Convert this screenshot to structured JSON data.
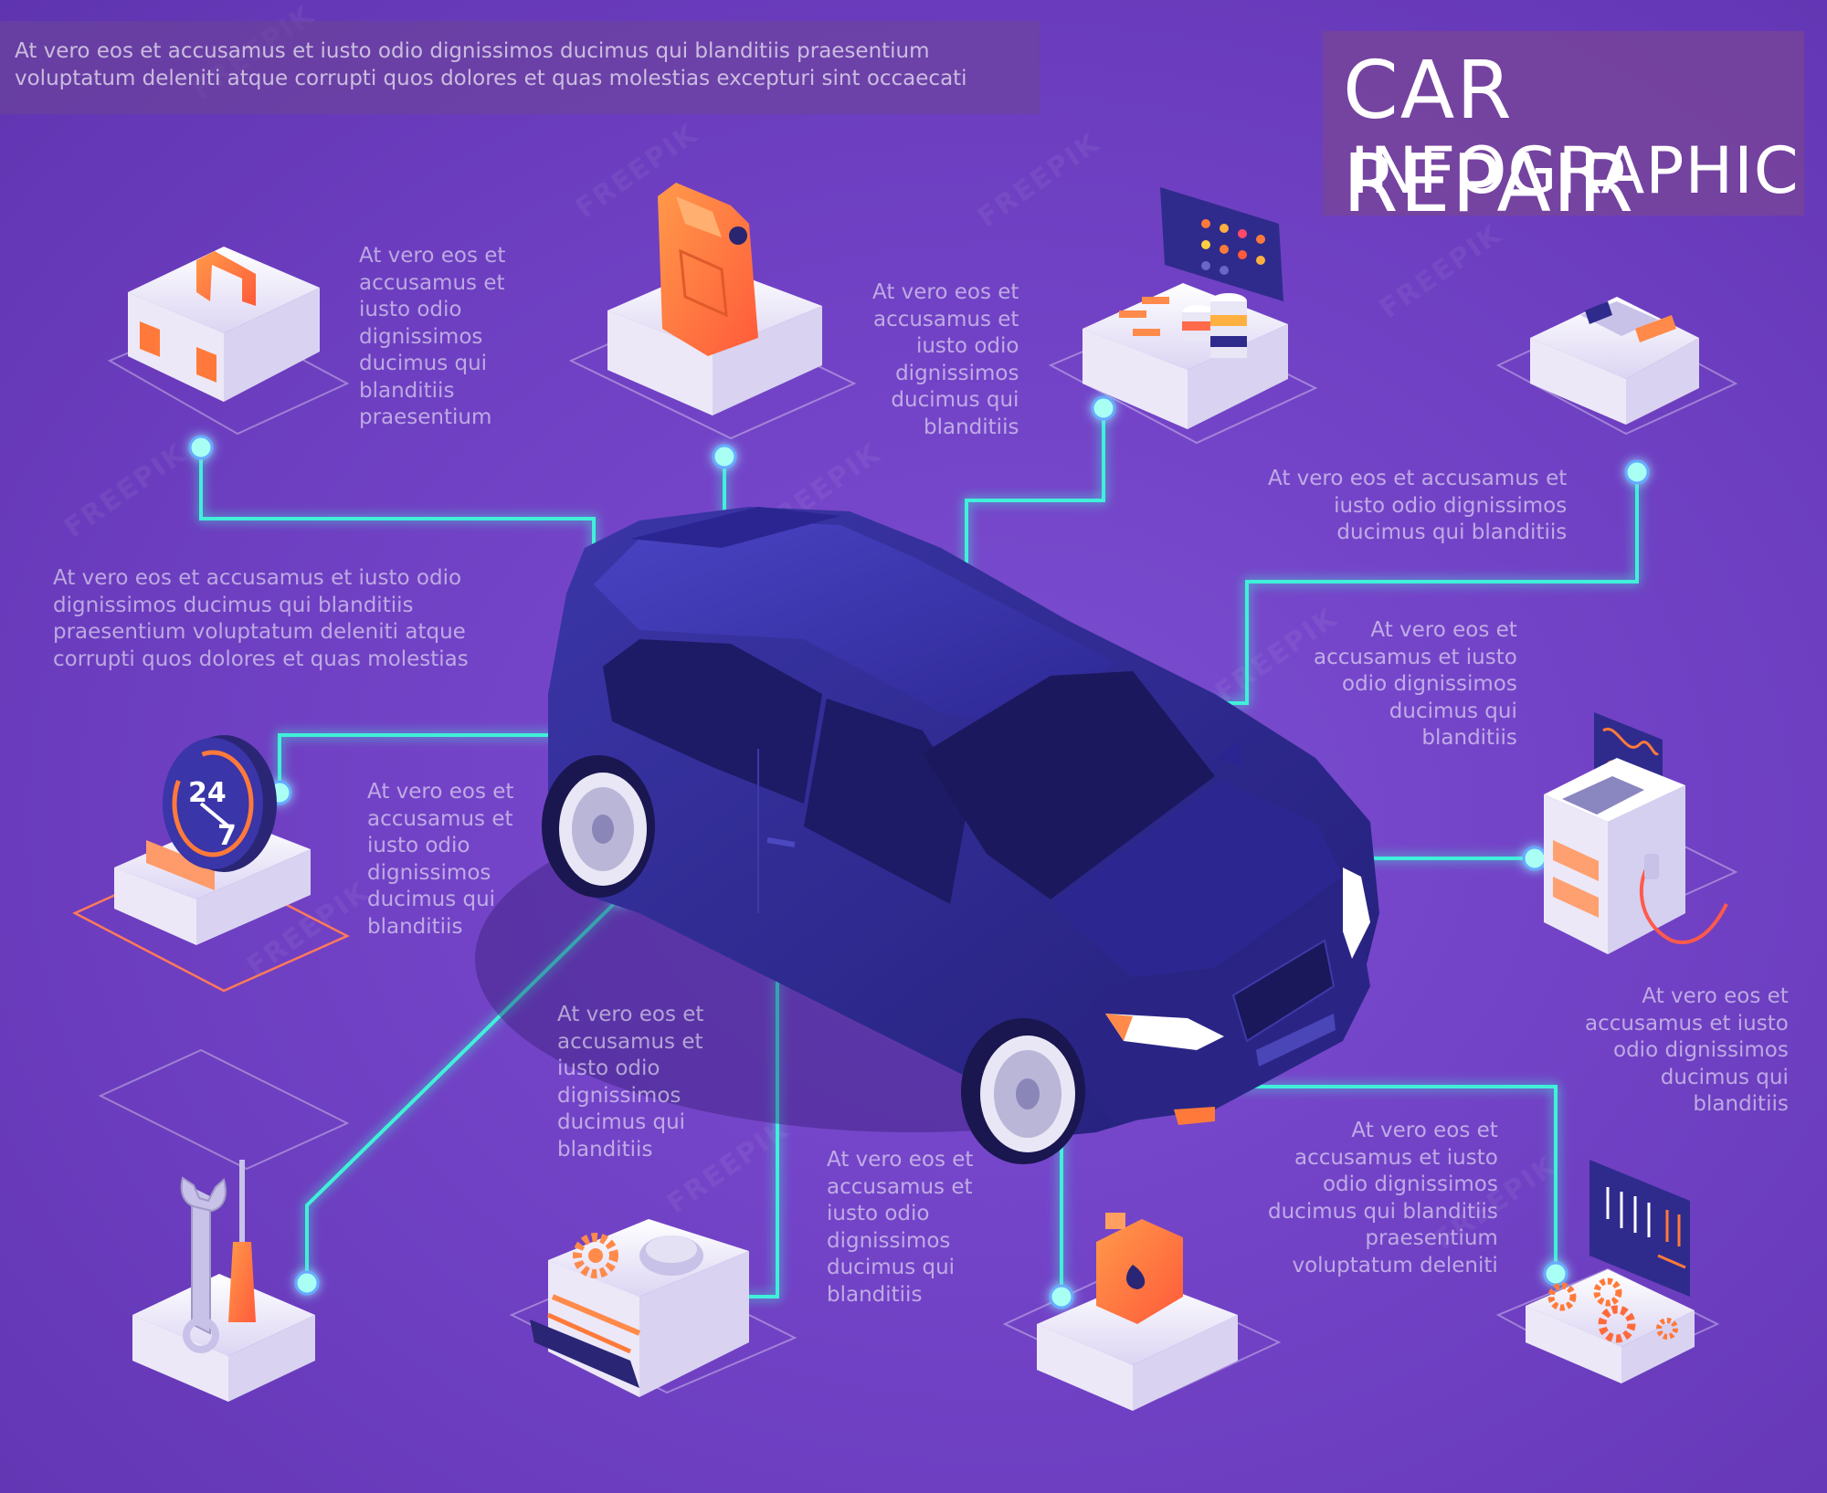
{
  "header": {
    "intro_text": "At vero eos et accusamus et iusto odio dignissimos ducimus qui blanditiis praesentium\nvoluptatum deleniti atque corrupti quos dolores et quas molestias excepturi sint occaecati",
    "title_line1": "CAR REPAIR",
    "title_line2": "INFOGRAPHIC"
  },
  "badge": {
    "line1": "24",
    "line2": "7"
  },
  "watermark": "FREEPIK",
  "descriptions": {
    "toolbox": "At vero eos et\naccusamus et\niusto odio\ndignissimos\nducimus qui\nblanditiis\npraesentium",
    "fuel": "At vero eos et\naccusamus et\niusto odio\ndignissimos\nducimus qui\nblanditiis",
    "paint": "At vero eos et accusamus et\niusto odio dignissimos\nducimus qui blanditiis",
    "left_long": "At vero eos et accusamus et iusto odio\ndignissimos ducimus qui blanditiis\npraesentium voluptatum deleniti atque\ncorrupti quos dolores et quas molestias",
    "right_mid": "At vero eos et\naccusamus et iusto\nodio dignissimos\nducimus qui\nblanditiis",
    "service247": "At vero eos et\naccusamus et\niusto odio\ndignissimos\nducimus qui\nblanditiis",
    "diagnostic": "At vero eos et\naccusamus et iusto\nodio dignissimos\nducimus qui\nblanditiis",
    "tools": "At vero eos et\naccusamus et\niusto odio\ndignissimos\nducimus qui\nblanditiis",
    "engine": "At vero eos et\naccusamus et\niusto odio\ndignissimos\nducimus qui\nblanditiis",
    "gears": "At vero eos et\naccusamus et iusto\nodio dignissimos\nducimus qui blanditiis\npraesentium\nvoluptatum deleniti"
  },
  "colors": {
    "connector": "#3ff0d8",
    "car_body": "#2e2a8c",
    "accent_orange": "#ff7a3a",
    "platform": "#f1eefb"
  }
}
